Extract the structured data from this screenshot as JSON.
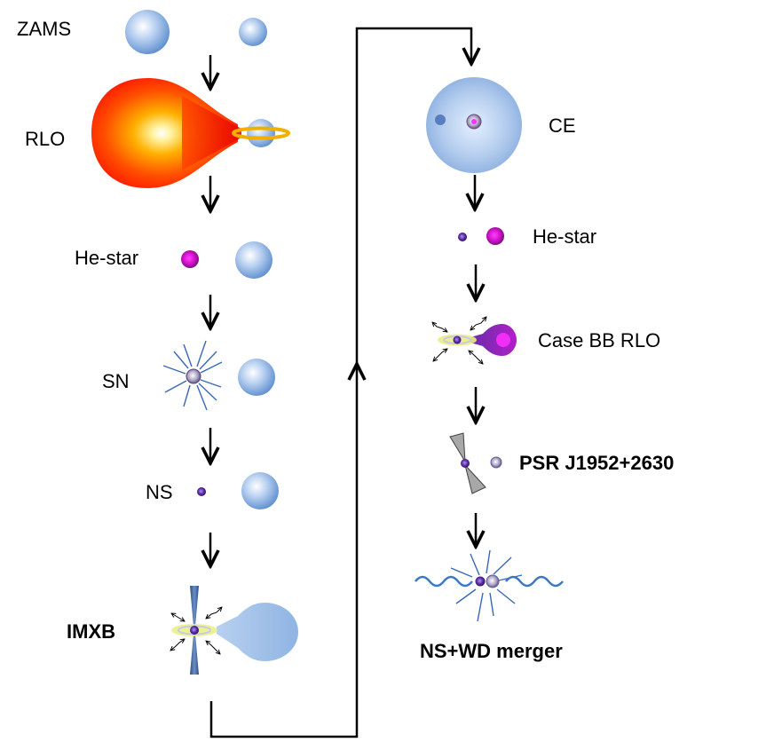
{
  "labels": {
    "zams": "ZAMS",
    "rlo": "RLO",
    "he_star_left": "He-star",
    "sn": "SN",
    "ns": "NS",
    "imxb": "IMXB",
    "ce": "CE",
    "he_star_right": "He-star",
    "case_bb_rlo": "Case BB RLO",
    "psr": "PSR J1952+2630",
    "merger": "NS+WD merger"
  },
  "colors": {
    "main_sequence_star": "#8fb4e3",
    "donor_giant": "#ff3b00",
    "helium_star": "#e020d0",
    "neutron_star": "#5a2ca0",
    "disk": "#e8f080",
    "ring": "#f0b000",
    "wave": "#3a78c8"
  }
}
